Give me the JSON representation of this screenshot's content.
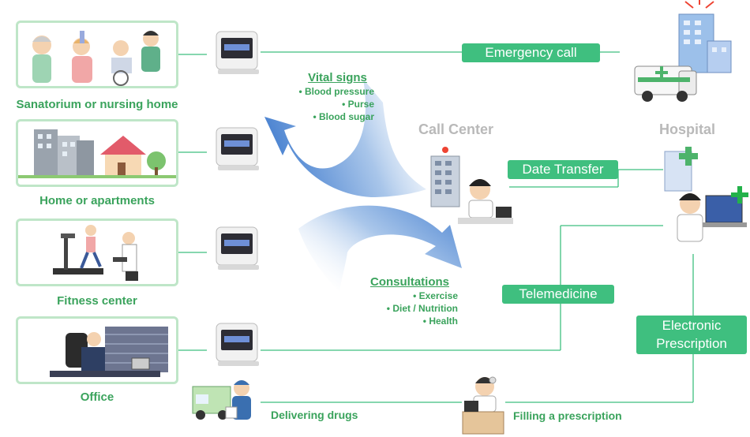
{
  "locations": [
    {
      "label": "Sanatorium or nursing home",
      "icon": "nursing-home-icon"
    },
    {
      "label": "Home or apartments",
      "icon": "home-apartments-icon"
    },
    {
      "label": "Fitness center",
      "icon": "fitness-center-icon"
    },
    {
      "label": "Office",
      "icon": "office-icon"
    }
  ],
  "vital_signs": {
    "title": "Vital signs",
    "items": [
      "• Blood pressure",
      "• Purse",
      "• Blood sugar"
    ]
  },
  "consultations": {
    "title": "Consultations",
    "items": [
      "• Exercise",
      "• Diet / Nutrition",
      "• Health"
    ]
  },
  "call_center": {
    "label": "Call Center"
  },
  "hospital": {
    "label": "Hospital"
  },
  "pills": {
    "emergency_call": "Emergency call",
    "date_transfer": "Date Transfer",
    "telemedicine": "Telemedicine",
    "electronic_prescription_line1": "Electronic",
    "electronic_prescription_line2": "Prescription"
  },
  "bottom": {
    "delivering": "Delivering drugs",
    "filling": "Filling a prescription"
  },
  "colors": {
    "accent": "#3fbf7f",
    "label_green": "#3aa35c",
    "box_border": "#bfe6c8",
    "arrow_blue": "#5b8fd6",
    "grey_title": "#b9b9b9"
  }
}
